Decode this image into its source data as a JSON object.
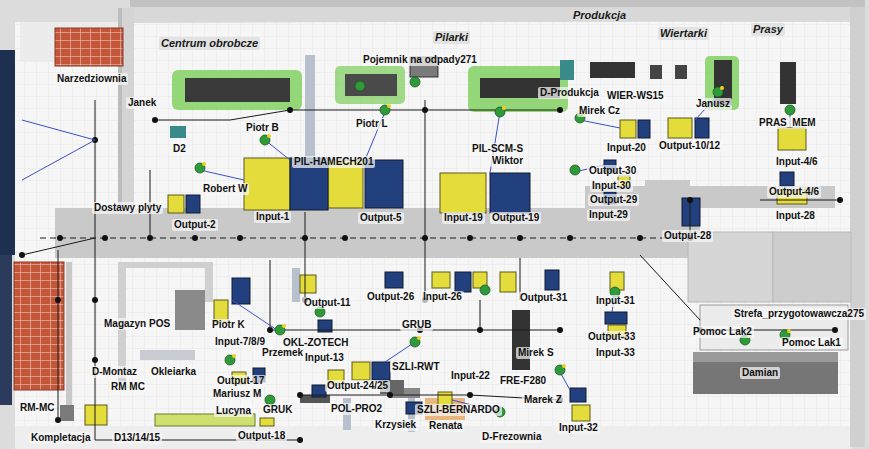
{
  "diagram": {
    "labels": [
      "Produkcja",
      "Centrum obrobcze",
      "Pilarki",
      "Wiertarki",
      "Prasy",
      "Narzedziownia",
      "Janek",
      "Pojemnik na odpady271",
      "D-Produkcja",
      "WIER-WS15",
      "Mirek Cz",
      "Janusz",
      "Piotr B",
      "Piotr L",
      "PRAS_MEM",
      "D2",
      "Input-20",
      "Output-10/12",
      "PIL-SCM-S",
      "Input-4/6",
      "PIL-HAMECH201",
      "Wiktor",
      "Output-30",
      "Input-30",
      "Robert W",
      "Output-4/6",
      "Output-29",
      "Dostawy plyty",
      "Input-29",
      "Input-1",
      "Output-5",
      "Input-19",
      "Output-19",
      "Input-28",
      "Output-2",
      "Output-28",
      "Output-26",
      "Input-26",
      "Output-31",
      "Input-31",
      "Output-11",
      "Strefa_przygotowawcza275",
      "Magazyn POS",
      "Piotr K",
      "GRUB",
      "Pomoc Lak2",
      "Output-33",
      "Input-7/8/9",
      "OKL-ZOTECH",
      "Pomoc Lak1",
      "Przemek",
      "Input-13",
      "Mirek S",
      "Input-33",
      "SZLI-RWT",
      "D-Montaz",
      "Okleiarka",
      "Damian",
      "Input-22",
      "Output-17",
      "FRE-F280",
      "Output-24/25",
      "RM MC",
      "Mariusz M",
      "Marek Z",
      "RM-MC",
      "POL-PRO2",
      "SZLI-BERNARDO",
      "Lucyna",
      "GRUK",
      "Krzysiek",
      "Renata",
      "Input-32",
      "Kompletacja",
      "D13/14/15",
      "Output-18",
      "D-Frezownia"
    ]
  }
}
